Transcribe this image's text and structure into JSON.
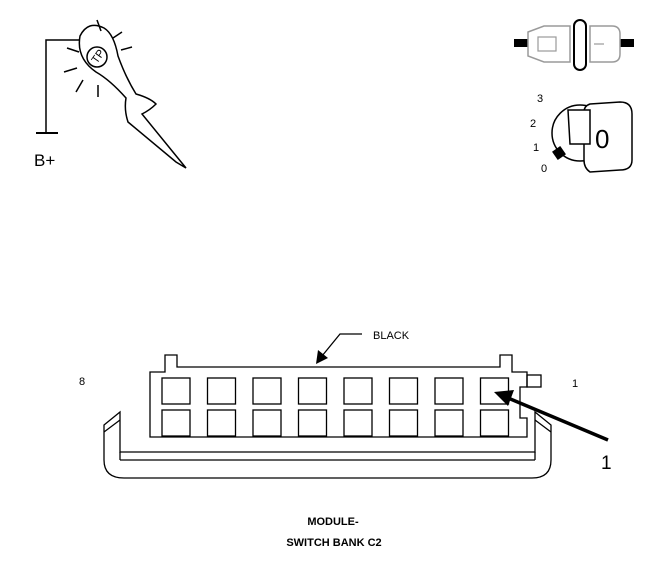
{
  "test_light": {
    "label": "B+",
    "tip_mark": "TP"
  },
  "ignition": {
    "positions": [
      "3",
      "2",
      "1",
      "0"
    ],
    "key_label": "0"
  },
  "connector": {
    "color_label": "BLACK",
    "pin_left": "8",
    "pin_right": "1",
    "callout": "1",
    "rows": 2,
    "cols": 8
  },
  "title": {
    "line1": "MODULE-",
    "line2": "SWITCH BANK C2"
  },
  "colors": {
    "stroke": "#000000",
    "light_stroke": "#9a9a9a"
  }
}
